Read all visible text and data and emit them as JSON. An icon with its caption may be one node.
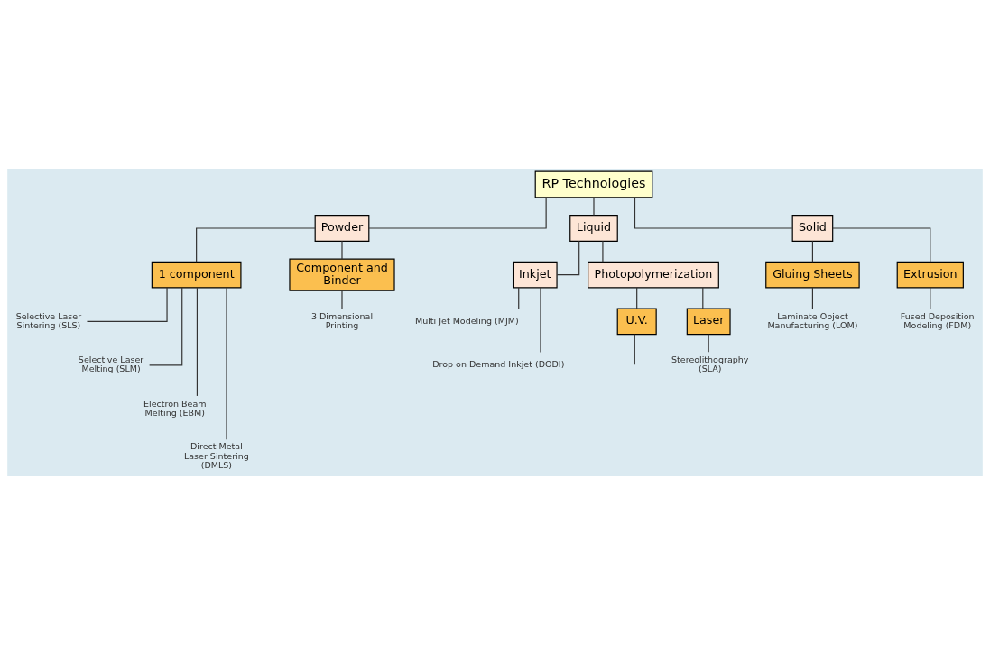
{
  "diagram": {
    "nodes": [
      {
        "text": [
          "RP Technologies"
        ]
      },
      {
        "text": [
          "Powder"
        ]
      },
      {
        "text": [
          "Liquid"
        ]
      },
      {
        "text": [
          "Solid"
        ]
      },
      {
        "text": [
          "1 component"
        ]
      },
      {
        "text": [
          "Component and Binder"
        ]
      },
      {
        "text": [
          "Selective Laser Sintering (SLS)"
        ]
      },
      {
        "text": [
          "Selective Laser Melting (SLM)"
        ]
      },
      {
        "text": [
          "Electron Beam Melting (EBM)"
        ]
      },
      {
        "text": [
          "Direct Metal Laser Sintering (DMLS)"
        ]
      },
      {
        "text": [
          "3 Dimensional Printing"
        ]
      },
      {
        "text": [
          "Gluing Sheets"
        ]
      },
      {
        "text": [
          "Extrusion"
        ]
      },
      {
        "text": [
          "Laminate Object Manufacturing (LOM)"
        ]
      },
      {
        "text": [
          "Fused Deposition Modeling (FDM)"
        ]
      },
      {
        "text": [
          "Inkjet"
        ]
      },
      {
        "text": [
          "Photopolymerization"
        ]
      },
      {
        "text": [
          "Multi Jet Modeling (MJM)"
        ]
      },
      {
        "text": [
          "Drop on Demand Inkjet (DODI)"
        ]
      },
      {
        "text": [
          "U.V."
        ]
      },
      {
        "text": [
          "Laser"
        ]
      },
      {
        "text": [
          "Stereolithography (SLA)"
        ]
      }
    ],
    "edges": [
      {
        "from": 0,
        "to": 1,
        "arrow": "none"
      },
      {
        "from": 0,
        "to": 2,
        "arrow": "none"
      },
      {
        "from": 0,
        "to": 3,
        "arrow": "none"
      },
      {
        "from": 1,
        "to": 4,
        "arrow": "none"
      },
      {
        "from": 1,
        "to": 5,
        "arrow": "none"
      },
      {
        "from": 4,
        "to": 6,
        "arrow": "none"
      },
      {
        "from": 4,
        "to": 7,
        "arrow": "none"
      },
      {
        "from": 4,
        "to": 8,
        "arrow": "none"
      },
      {
        "from": 4,
        "to": 9,
        "arrow": "none"
      },
      {
        "from": 5,
        "to": 10,
        "arrow": "none"
      },
      {
        "from": 3,
        "to": 11,
        "arrow": "none"
      },
      {
        "from": 3,
        "to": 12,
        "arrow": "none"
      },
      {
        "from": 11,
        "to": 13,
        "arrow": "none"
      },
      {
        "from": 12,
        "to": 14,
        "arrow": "none"
      },
      {
        "from": 2,
        "to": 15,
        "arrow": "none"
      },
      {
        "from": 2,
        "to": 16,
        "arrow": "none"
      },
      {
        "from": 15,
        "to": 17,
        "arrow": "none"
      },
      {
        "from": 15,
        "to": 18,
        "arrow": "none"
      },
      {
        "from": 16,
        "to": 19,
        "arrow": "none"
      },
      {
        "from": 16,
        "to": 20,
        "arrow": "none"
      },
      {
        "from": 19,
        "to": null,
        "arrow": "none"
      },
      {
        "from": 20,
        "to": 21,
        "arrow": "none"
      }
    ]
  }
}
